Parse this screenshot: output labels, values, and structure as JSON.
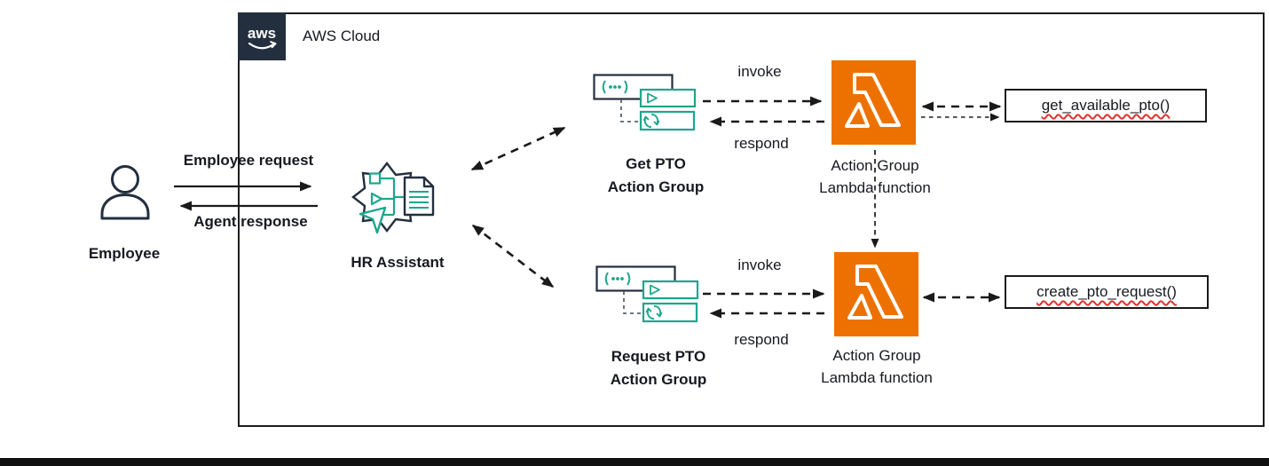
{
  "diagram": {
    "cloud": {
      "logo_text": "aws",
      "title": "AWS Cloud"
    },
    "employee": {
      "label": "Employee"
    },
    "arrows": {
      "employee_request": "Employee request",
      "agent_response": "Agent response"
    },
    "hr_assistant": {
      "label": "HR Assistant"
    },
    "get_pto_group": {
      "line1": "Get PTO",
      "line2": "Action Group"
    },
    "request_pto_group": {
      "line1": "Request PTO",
      "line2": "Action Group"
    },
    "lambda_top": {
      "line1": "Action Group",
      "line2": "Lambda function"
    },
    "lambda_bottom": {
      "line1": "Action Group",
      "line2": "Lambda function"
    },
    "flow_labels": {
      "invoke_top": "invoke",
      "respond_top": "respond",
      "invoke_bottom": "invoke",
      "respond_bottom": "respond"
    },
    "function_top": {
      "code": "get_available_pto()"
    },
    "function_bottom": {
      "code": "create_pto_request()"
    }
  },
  "colors": {
    "teal": "#1EA68C",
    "lambda_orange": "#ED7100",
    "navy": "#232F3E",
    "arrow_black": "#1A1A1A",
    "spellcheck_red": "#E0312E",
    "connector_gray": "#5B6470"
  }
}
